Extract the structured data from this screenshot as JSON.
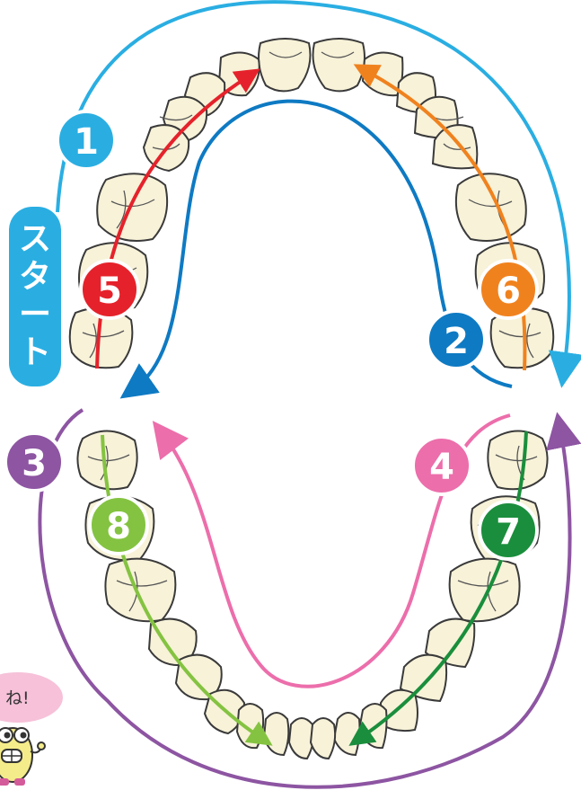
{
  "start_label": "スタート",
  "bubble_text": "ね!",
  "steps": [
    {
      "number": "1",
      "color": "#2aaee2"
    },
    {
      "number": "2",
      "color": "#0e7ac3"
    },
    {
      "number": "3",
      "color": "#8d55a2"
    },
    {
      "number": "4",
      "color": "#ec6eab"
    },
    {
      "number": "5",
      "color": "#e5222b"
    },
    {
      "number": "6",
      "color": "#f0821e"
    },
    {
      "number": "7",
      "color": "#1a8e3c"
    },
    {
      "number": "8",
      "color": "#84c341"
    }
  ],
  "colors": {
    "tooth_fill": "#f7f2d8",
    "tooth_outline": "#3a3a3a",
    "bubble_fill": "#f6c1d9",
    "mascot_body": "#f4ec8a"
  }
}
